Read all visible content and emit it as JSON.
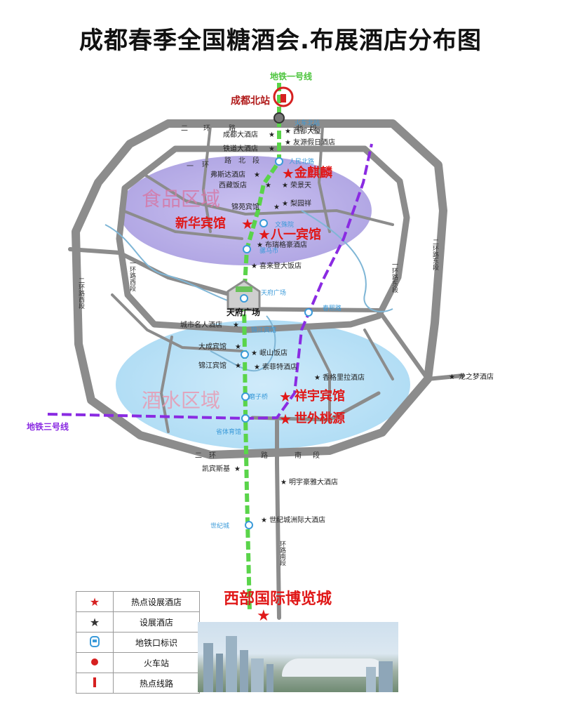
{
  "title": "成都春季全国糖酒会.布展酒店分布图",
  "lines": {
    "metro1": "地铁一号线",
    "metro3": "地铁三号线"
  },
  "colors": {
    "ring": "#8c8c8c",
    "metro1": "#5ad44a",
    "metro3": "#8a2be2",
    "food_zone": "#b4a8e6",
    "wine_zone": "#9fd4f2",
    "hot_star": "#d62020",
    "label_red": "#e01818",
    "station": "#3a9ad9"
  },
  "zones": {
    "food": "食品区域",
    "wine": "酒水区域"
  },
  "landmarks": {
    "north_station": "成都北站",
    "tianfu_square": "天府广场",
    "expo_city": "西部国际博览城"
  },
  "roads": {
    "ring2_north": [
      "二",
      "环",
      "路",
      "北",
      "段"
    ],
    "ring1_north": [
      "一",
      "环",
      "路",
      "北",
      "段"
    ],
    "ring2_south": [
      "二",
      "环",
      "路",
      "南",
      "段"
    ],
    "ring2_east": "二环路东段",
    "ring1_east": "一环路东段",
    "ring2_west": "二环路西段",
    "ring1_west": "一环路西段",
    "south_ext": "环路南段"
  },
  "stations": {
    "huochebei": "火车北站",
    "renminbei": "人民北路",
    "wenshu": "文殊院",
    "luomashi": "骡马市",
    "tianfu": "天府广场",
    "chunxi": "春熙路",
    "jinjiang": "锦江宾馆",
    "mozi": "磨子桥",
    "shengti": "省体育馆",
    "shiji": "世纪城"
  },
  "hot_hotels": {
    "jinqilin": "金麒麟",
    "xinhua": "新华宾馆",
    "bayi": "八一宾馆",
    "xiangyu": "祥宇宾馆",
    "shiwai": "世外桃源"
  },
  "hotels": {
    "chengdu": "成都大酒店",
    "xibu": "西部大厦",
    "tiedao": "铁道大酒店",
    "youyuan": "友源假日酒店",
    "fusida": "弗斯达酒店",
    "xizang": "西藏饭店",
    "rongjingtian": "荣景天",
    "liyuanxiang": "梨园祥",
    "jinyuan": "锦苑宾馆",
    "kaiying": "布瑞格豪酒店",
    "xilaideng": "喜来登大饭店",
    "mingren": "城市名人酒店",
    "dacheng": "大成宾馆",
    "emeishan": "岷山饭店",
    "jinjiang_h": "锦江宾馆",
    "suofeite": "索菲特酒店",
    "xianggelila": "香格里拉酒店",
    "longzhimeng": "龙之梦酒店",
    "kaisaisi": "凯宾斯基",
    "mingyu": "明宇豪雅大酒店",
    "shijicheng": "世纪城洲际大酒店"
  },
  "legend": [
    {
      "icon": "red-star-icon",
      "label": "热点设展酒店"
    },
    {
      "icon": "dark-star-icon",
      "label": "设展酒店"
    },
    {
      "icon": "metro-entrance-icon",
      "label": "地铁口标识"
    },
    {
      "icon": "red-dot-icon",
      "label": "火车站"
    },
    {
      "icon": "red-bar-icon",
      "label": "热点线路"
    }
  ]
}
